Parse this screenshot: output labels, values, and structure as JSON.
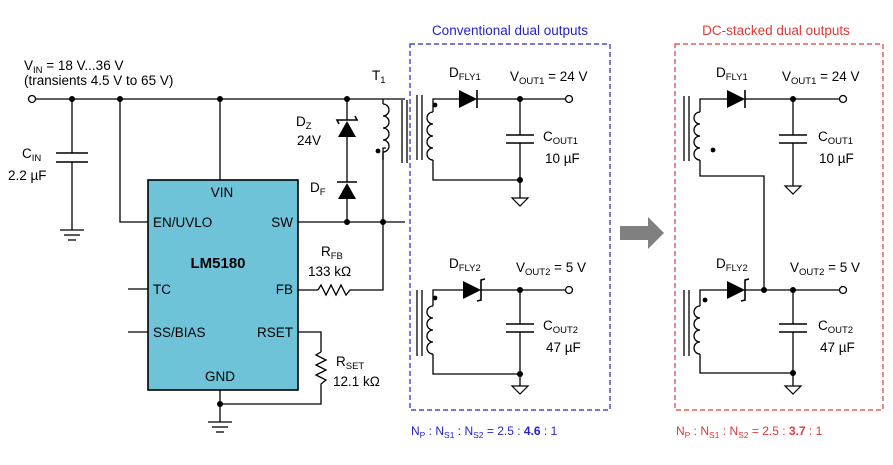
{
  "vin": {
    "main": "V",
    "sub": "IN",
    "value": " = 18 V...36 V"
  },
  "transients": "(transients 4.5 V to 65 V)",
  "cin": {
    "main": "C",
    "sub": "IN",
    "value": "2.2 µF"
  },
  "ic": {
    "name": "LM5180",
    "pins": {
      "vin": "VIN",
      "en": "EN/UVLO",
      "sw": "SW",
      "tc": "TC",
      "fb": "FB",
      "ss": "SS/BIAS",
      "rset": "RSET",
      "gnd": "GND"
    }
  },
  "dz": {
    "main": "D",
    "sub": "Z",
    "value": "24V"
  },
  "df": {
    "main": "D",
    "sub": "F"
  },
  "t1": {
    "main": "T",
    "sub": "1"
  },
  "rfb": {
    "main": "R",
    "sub": "FB",
    "value": "133 kΩ"
  },
  "rset": {
    "main": "R",
    "sub": "SET",
    "value": "12.1 kΩ"
  },
  "conventional": {
    "title": "Conventional dual outputs",
    "dfly1": {
      "main": "D",
      "sub": "FLY1"
    },
    "vout1": {
      "main": "V",
      "sub": "OUT1",
      "value": " = 24 V"
    },
    "cout1": {
      "main": "C",
      "sub": "OUT1",
      "value": "10 µF"
    },
    "dfly2": {
      "main": "D",
      "sub": "FLY2"
    },
    "vout2": {
      "main": "V",
      "sub": "OUT2",
      "value": " = 5 V"
    },
    "cout2": {
      "main": "C",
      "sub": "OUT2",
      "value": "47 µF"
    },
    "ratio": {
      "np": "N",
      "np_sub": "P",
      "ns1": "N",
      "ns1_sub": "S1",
      "ns2": "N",
      "ns2_sub": "S2",
      "pre": " = 2.5 : ",
      "bold": "4.6",
      "post": " : 1"
    }
  },
  "stacked": {
    "title": "DC-stacked dual outputs",
    "dfly1": {
      "main": "D",
      "sub": "FLY1"
    },
    "vout1": {
      "main": "V",
      "sub": "OUT1",
      "value": " = 24 V"
    },
    "cout1": {
      "main": "C",
      "sub": "OUT1",
      "value": "10 µF"
    },
    "dfly2": {
      "main": "D",
      "sub": "FLY2"
    },
    "vout2": {
      "main": "V",
      "sub": "OUT2",
      "value": " = 5 V"
    },
    "cout2": {
      "main": "C",
      "sub": "OUT2",
      "value": "47 µF"
    },
    "ratio": {
      "np": "N",
      "np_sub": "P",
      "ns1": "N",
      "ns1_sub": "S1",
      "ns2": "N",
      "ns2_sub": "S2",
      "pre": " = 2.5 : ",
      "bold": "3.7",
      "post": " : 1"
    }
  },
  "colors": {
    "conventional": "#2424c8",
    "stacked": "#e03a3a",
    "ic_fill": "#6fc3d8",
    "arrow": "#808080"
  },
  "arrow_icon": "right-arrow-icon"
}
